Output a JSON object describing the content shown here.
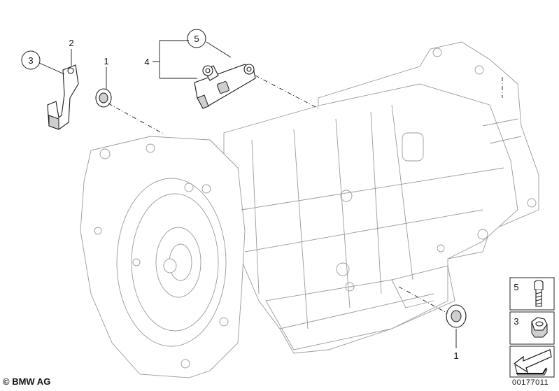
{
  "callouts": {
    "c1_top": "1",
    "c2": "2",
    "c3": "3",
    "c4": "4",
    "c5": "5",
    "c1_bottom": "1"
  },
  "legend": {
    "items": [
      {
        "number": "5",
        "icon": "bolt-icon"
      },
      {
        "number": "3",
        "icon": "nut-icon"
      },
      {
        "number": "",
        "icon": "arrow-icon"
      }
    ]
  },
  "footer": {
    "copyright": "© BMW AG",
    "drawing_id": "00177011"
  }
}
